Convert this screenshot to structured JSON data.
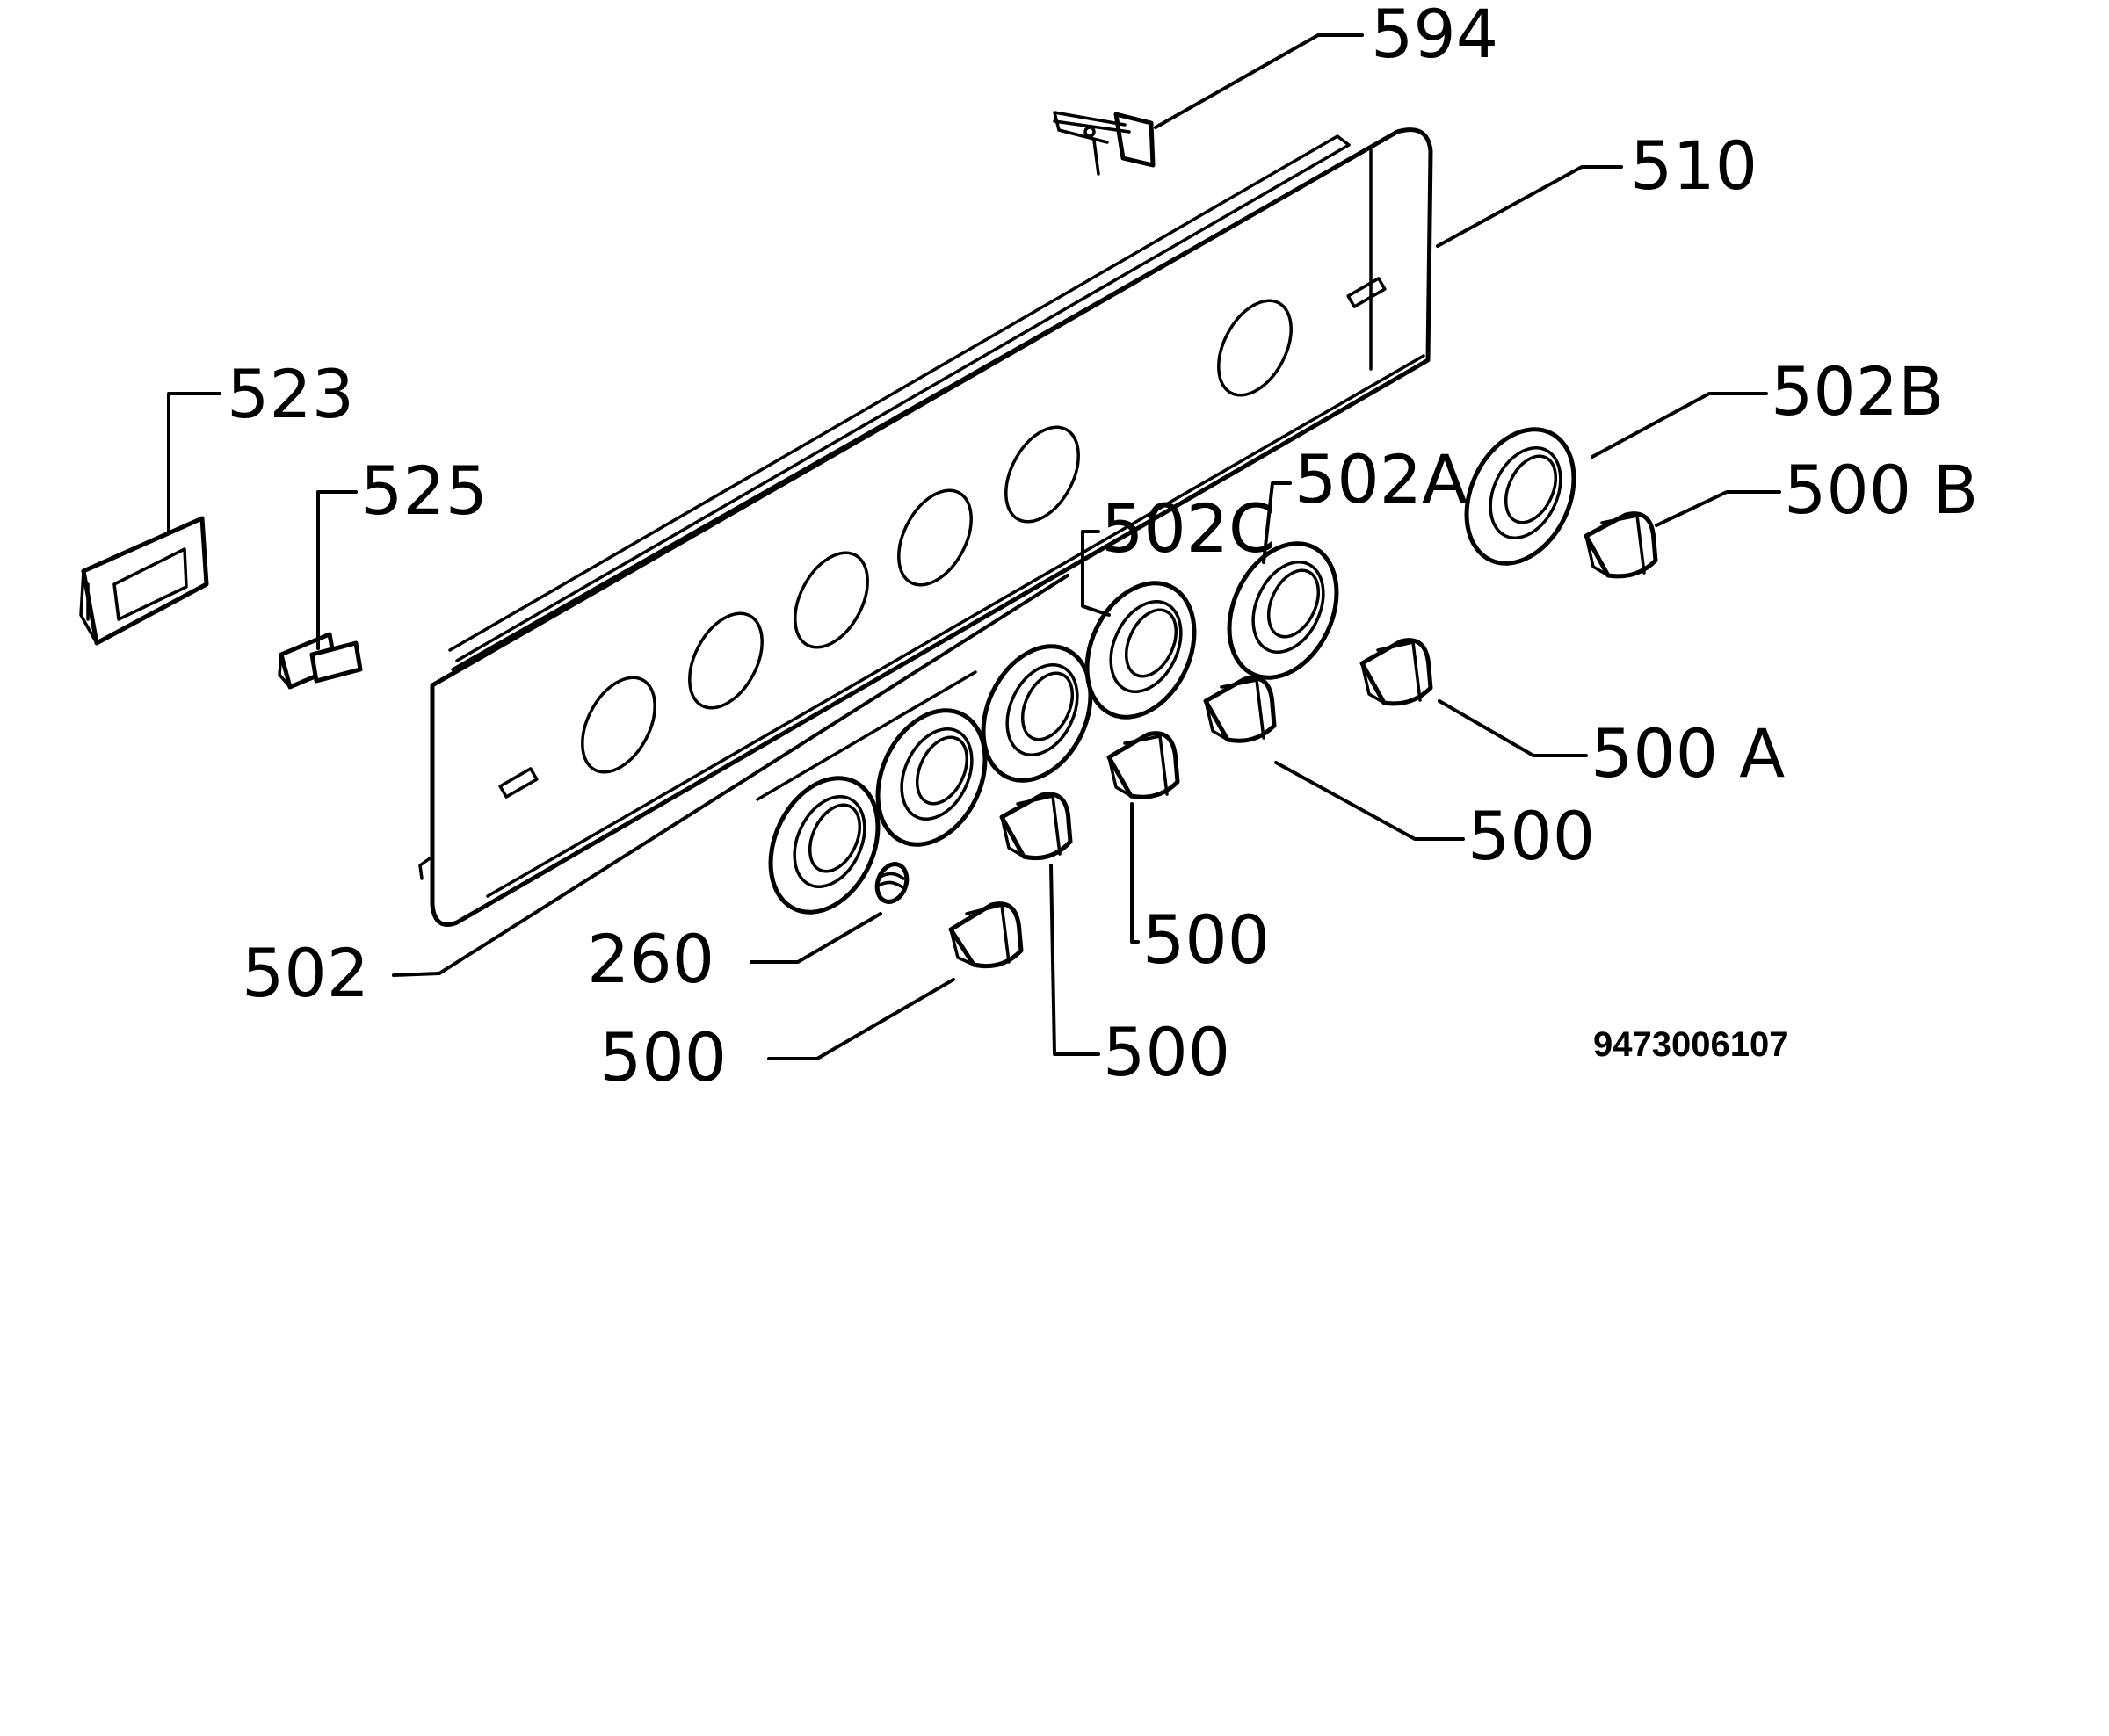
{
  "callouts": {
    "c594": "594",
    "c510": "510",
    "c523": "523",
    "c525": "525",
    "c502B": "502B",
    "c502A": "502A",
    "c502C": "502C",
    "c500B": "500 B",
    "c500A": "500 A",
    "c500_r1": "500",
    "c500_r2": "500",
    "c500_r3": "500",
    "c500_r4": "500",
    "c502": "502",
    "c260": "260"
  },
  "reference_number": "9473006107",
  "colors": {
    "line": "#000000",
    "background": "#ffffff"
  }
}
